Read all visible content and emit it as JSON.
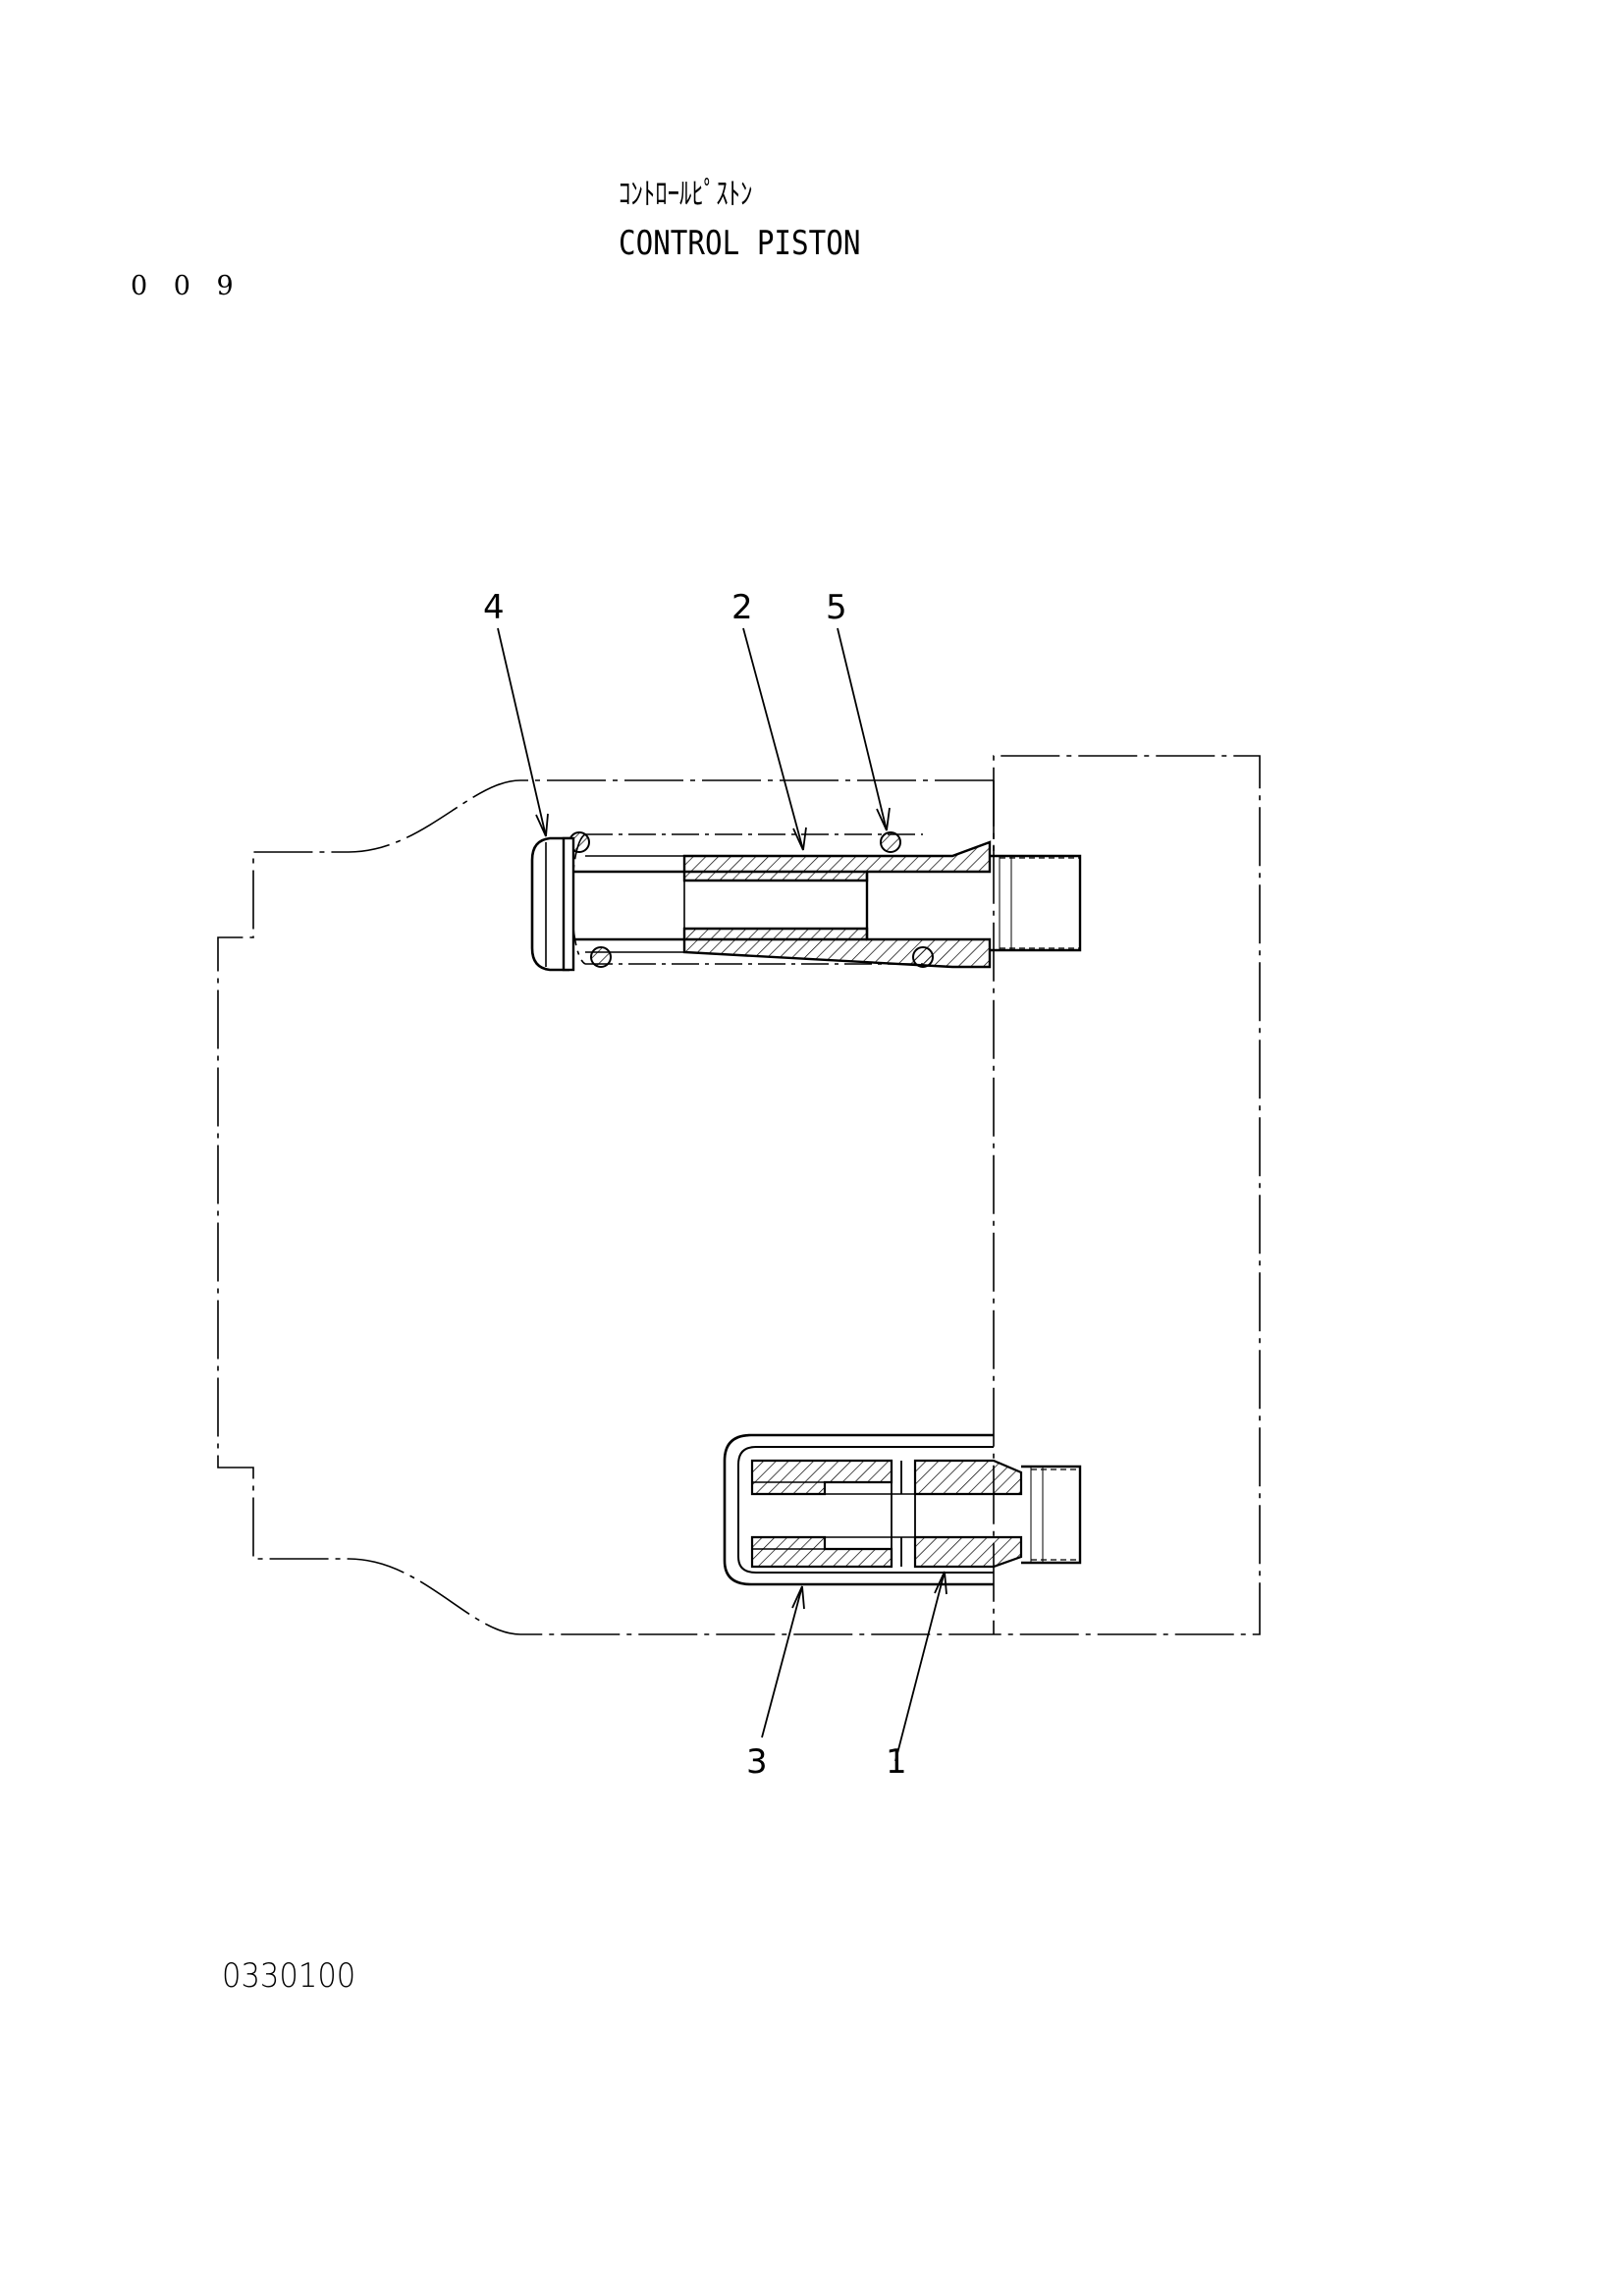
{
  "header": {
    "page_number": "0 0 9",
    "title_jp": "ｺﾝﾄﾛｰﾙﾋﾟｽﾄﾝ",
    "title_en": "CONTROL PISTON"
  },
  "diagram": {
    "callouts": [
      {
        "id": "4",
        "label": "4"
      },
      {
        "id": "2",
        "label": "2"
      },
      {
        "id": "5",
        "label": "5"
      },
      {
        "id": "3",
        "label": "3"
      },
      {
        "id": "1",
        "label": "1"
      }
    ]
  },
  "footer": {
    "figure_number": "0330100"
  },
  "colors": {
    "ink": "#000000",
    "paper": "#ffffff"
  }
}
